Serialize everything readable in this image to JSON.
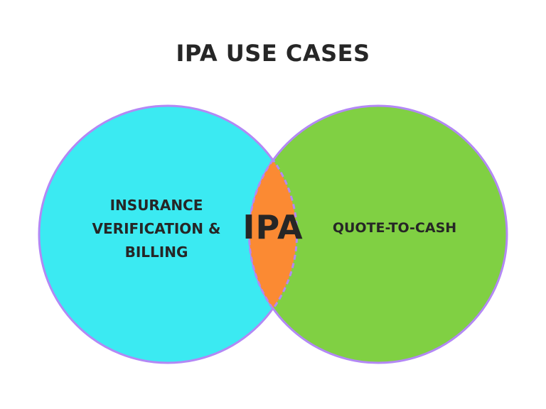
{
  "title": "IPA USE CASES",
  "venn": {
    "left_set": {
      "label_lines": [
        "INSURANCE",
        "VERIFICATION &",
        "BILLING"
      ],
      "fill_color": "#3BEAF2"
    },
    "right_set": {
      "label": "QUOTE-TO-CASH",
      "fill_color": "#80D043"
    },
    "intersection": {
      "label": "IPA",
      "fill_color": "#FB8A33"
    },
    "outline_color": "#B388F5",
    "text_color": "#262626"
  }
}
